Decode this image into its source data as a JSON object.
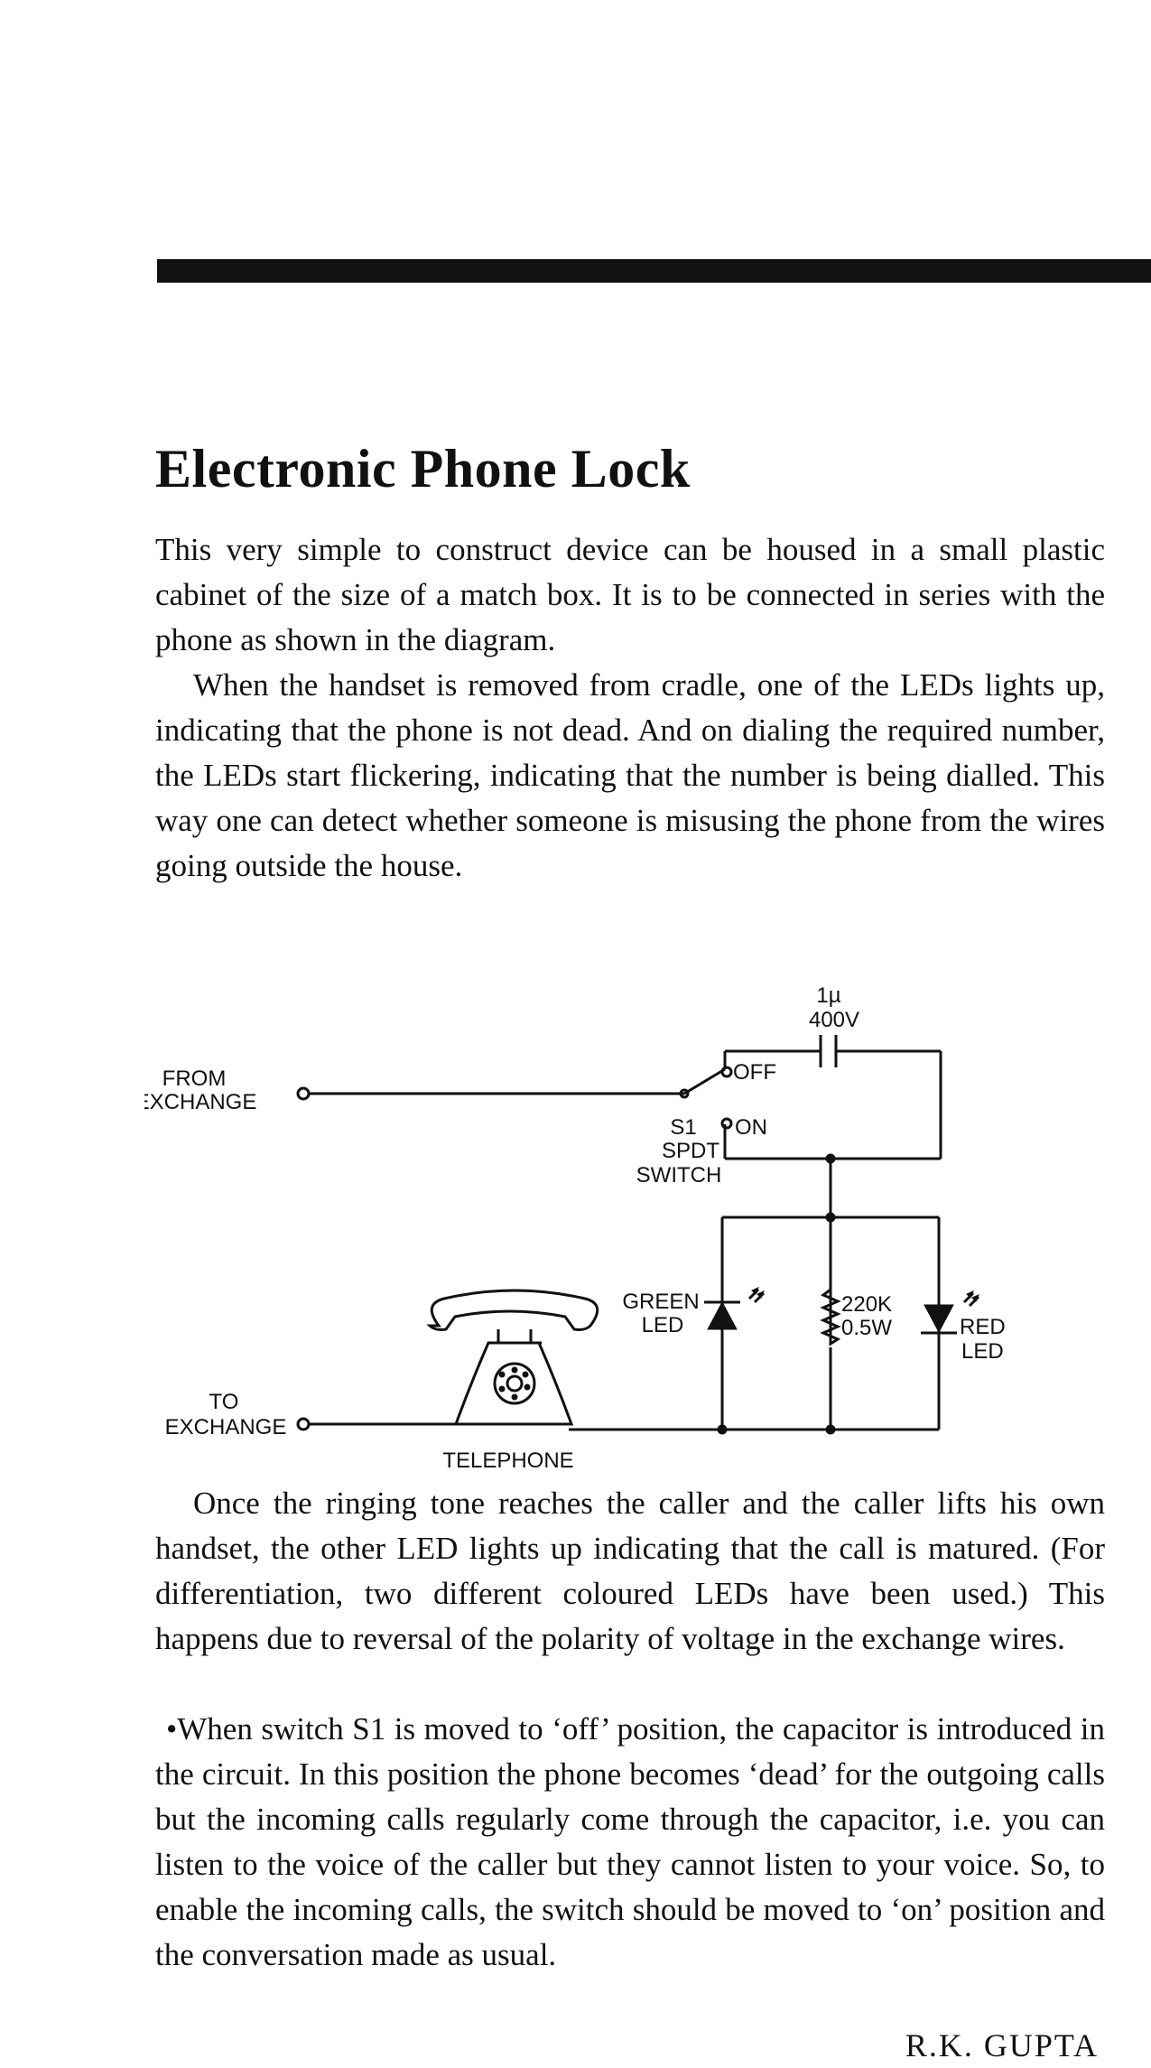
{
  "article": {
    "title": "Electronic Phone Lock",
    "paragraphs": [
      "This very simple to construct device can be housed in a small plastic cabinet of the size of a match box. It is to be connected in series with the phone as shown in the diagram.",
      "When the handset is removed from cradle, one of the LEDs lights up, indicating that the phone is not dead. And on dialing the required number, the LEDs start flickering, indicating that the number is being dialled. This way one can detect whether someone is misusing the phone from the wires going outside the house.",
      "Once the ringing tone reaches the caller and the caller lifts his own handset, the other LED lights up indicating that the call is matured. (For differentiation, two different coloured LEDs have been used.) This happens due to reversal of the polarity of voltage in the exchange wires.",
      "•When switch S1 is moved to ‘off’ position, the capacitor is introduced in the circuit. In this position the phone becomes ‘dead’ for the outgoing calls but the incoming calls regularly come through the capacitor, i.e. you can listen to the voice of the caller but they cannot listen to your voice. So, to enable the incoming calls, the switch should be moved to ‘on’ position and the conversation made as usual."
    ],
    "author": "R.K. GUPTA"
  },
  "diagram": {
    "from_exchange": [
      "FROM",
      "EXCHANGE"
    ],
    "to_exchange": [
      "TO",
      "EXCHANGE"
    ],
    "capacitor": [
      "1µ",
      "400V"
    ],
    "switch_off": "OFF",
    "switch_on": "ON",
    "switch": [
      "S1",
      "SPDT",
      "SWITCH"
    ],
    "green_led": [
      "GREEN",
      "LED"
    ],
    "resistor": [
      "220K",
      "0.5W"
    ],
    "red_led": [
      "RED",
      "LED"
    ],
    "telephone": "TELEPHONE"
  }
}
